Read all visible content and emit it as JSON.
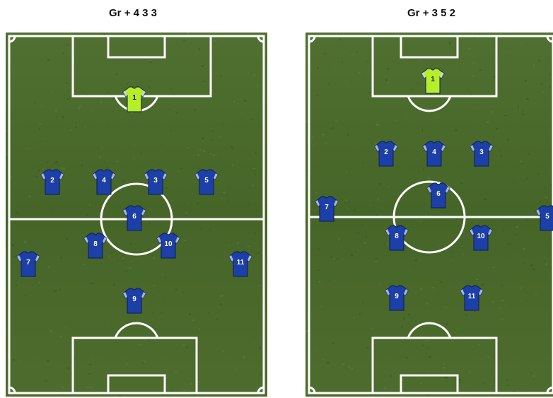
{
  "formations": [
    {
      "title": "Gr + 4 3 3",
      "players": [
        {
          "number": "1",
          "role": "goalkeeper"
        },
        {
          "number": "2"
        },
        {
          "number": "4"
        },
        {
          "number": "3"
        },
        {
          "number": "5"
        },
        {
          "number": "6"
        },
        {
          "number": "8"
        },
        {
          "number": "10"
        },
        {
          "number": "7"
        },
        {
          "number": "11"
        },
        {
          "number": "9"
        }
      ]
    },
    {
      "title": "Gr + 3 5 2",
      "players": [
        {
          "number": "1",
          "role": "goalkeeper"
        },
        {
          "number": "2"
        },
        {
          "number": "4"
        },
        {
          "number": "3"
        },
        {
          "number": "6"
        },
        {
          "number": "7"
        },
        {
          "number": "5"
        },
        {
          "number": "8"
        },
        {
          "number": "10"
        },
        {
          "number": "9"
        },
        {
          "number": "11"
        }
      ]
    }
  ],
  "colors": {
    "grass": "#4a6a2a",
    "lines": "#ffffff",
    "shirt": "#1d3fa8",
    "goalkeeper_shirt": "#b6ee2a"
  }
}
